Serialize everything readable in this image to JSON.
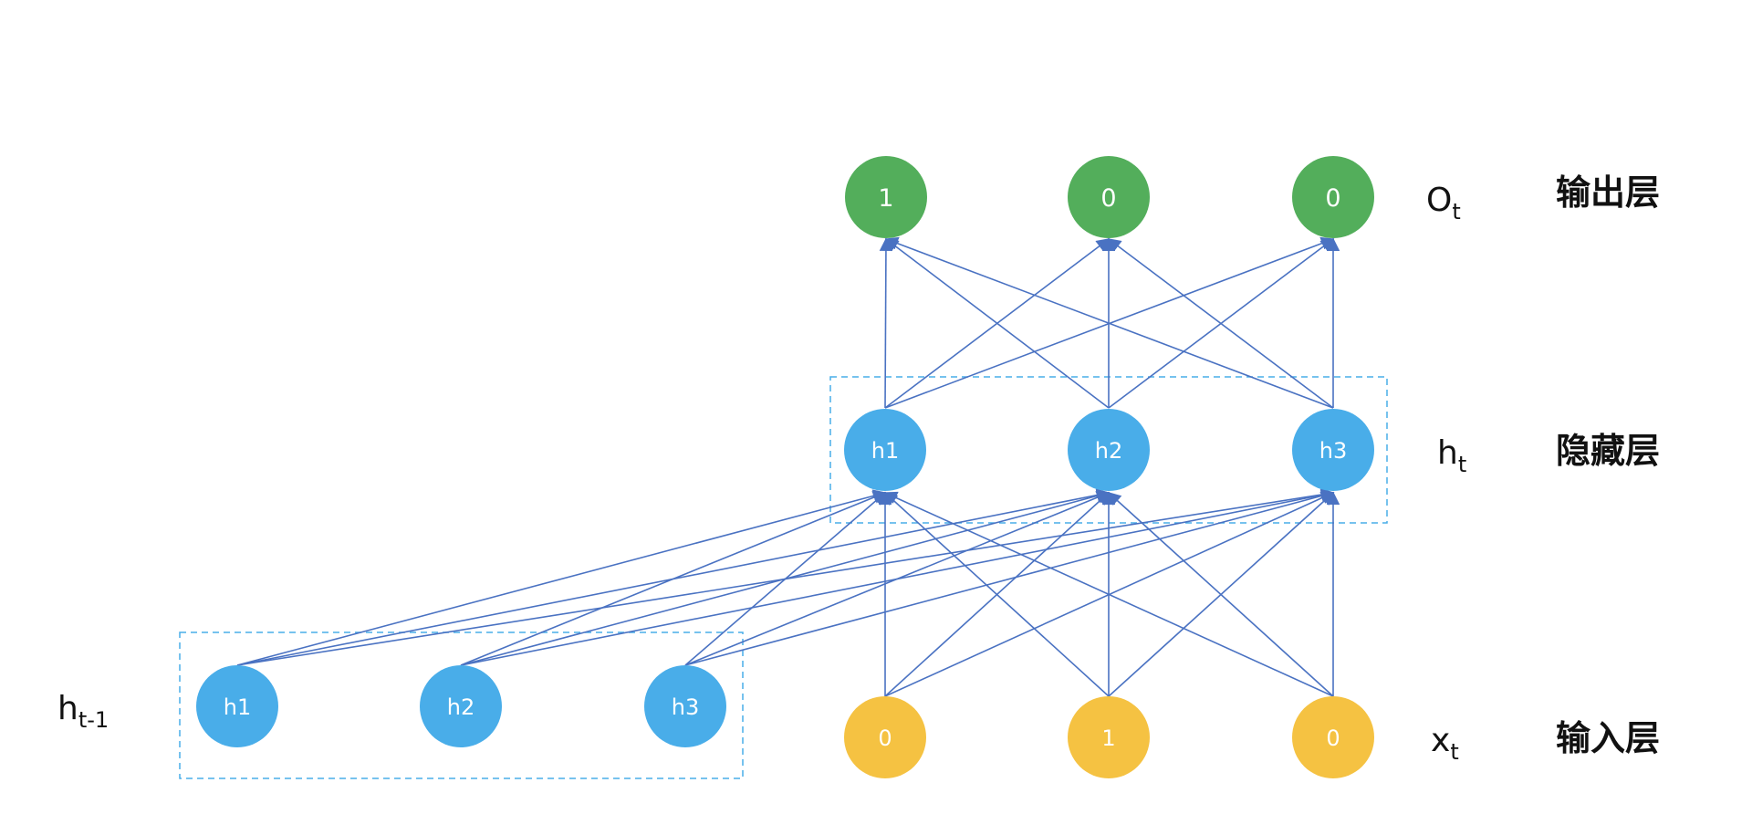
{
  "colors": {
    "output_node": "#53AE5B",
    "hidden_node": "#49ADE9",
    "input_node": "#F5C242",
    "edge": "#4A72C2",
    "box": "#49ADE9",
    "text_on_node": "#ffffff"
  },
  "layers": {
    "output": {
      "name": "输出层",
      "var": {
        "base": "O",
        "sub": "t"
      },
      "nodes": [
        "1",
        "0",
        "0"
      ]
    },
    "hidden": {
      "name": "隐藏层",
      "var": {
        "base": "h",
        "sub": "t"
      },
      "nodes": [
        "h1",
        "h2",
        "h3"
      ]
    },
    "input": {
      "name": "输入层",
      "var": {
        "base": "x",
        "sub": "t"
      },
      "nodes": [
        "0",
        "1",
        "0"
      ]
    },
    "previous_hidden": {
      "var": {
        "base": "h",
        "sub": "t-1"
      },
      "nodes": [
        "h1",
        "h2",
        "h3"
      ]
    }
  },
  "connections": {
    "input_to_hidden": "fully-connected",
    "previous_hidden_to_hidden": "fully-connected",
    "hidden_to_output": "fully-connected"
  }
}
